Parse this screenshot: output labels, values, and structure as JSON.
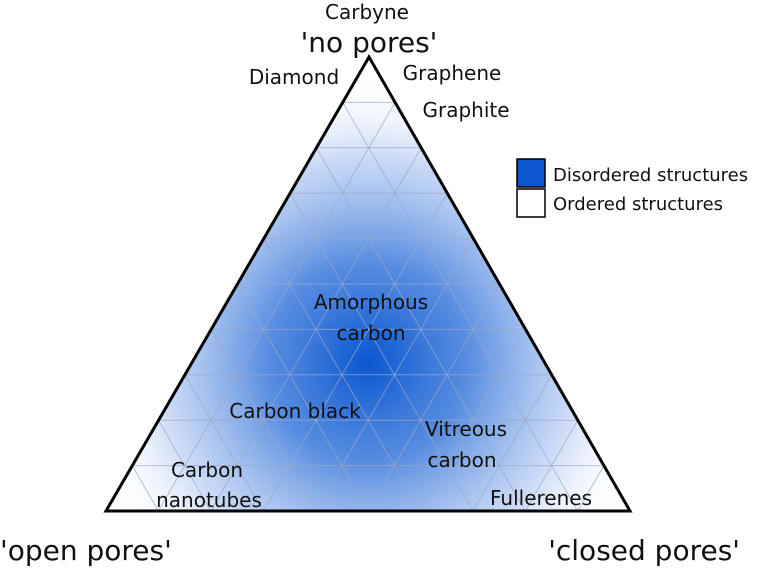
{
  "corners": {
    "top": "'no pores'",
    "bottom_left": "'open pores'",
    "bottom_right": "'closed pores'"
  },
  "materials": {
    "carbyne": "Carbyne",
    "diamond": "Diamond",
    "graphene": "Graphene",
    "graphite": "Graphite",
    "amorphous_line1": "Amorphous",
    "amorphous_line2": "carbon",
    "carbon_black": "Carbon black",
    "vitreous_line1": "Vitreous",
    "vitreous_line2": "carbon",
    "nanotubes_line1": "Carbon",
    "nanotubes_line2": "nanotubes",
    "fullerenes": "Fullerenes"
  },
  "legend": {
    "disordered": "Disordered structures",
    "ordered": "Ordered structures"
  },
  "colors": {
    "disordered": "#0a56d0",
    "ordered": "#ffffff",
    "outline": "#000000",
    "grid": "#9aa8c8"
  }
}
